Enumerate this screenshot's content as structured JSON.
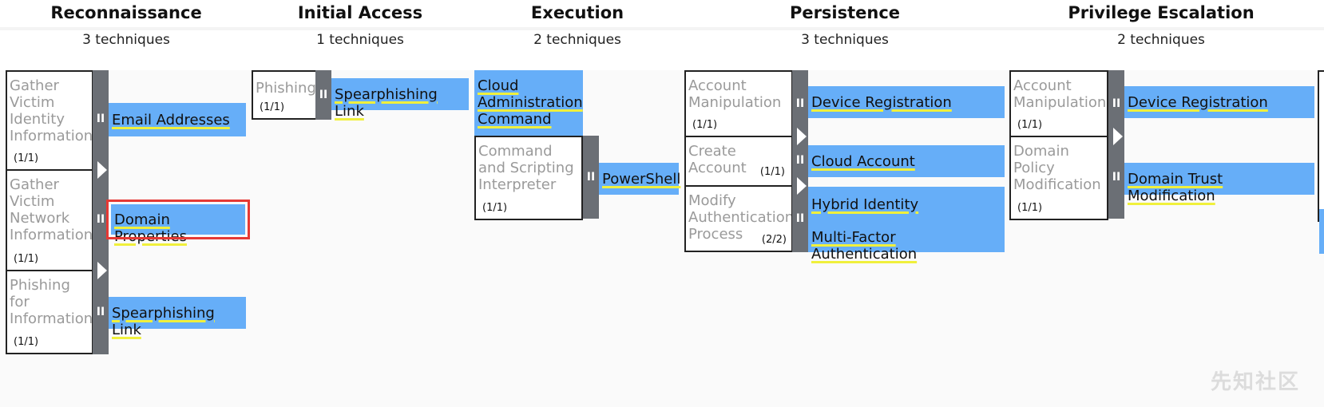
{
  "tactics": [
    {
      "title": "Reconnaissance",
      "count": "3  techniques"
    },
    {
      "title": "Initial Access",
      "count": "1  techniques"
    },
    {
      "title": "Execution",
      "count": "2  techniques"
    },
    {
      "title": "Persistence",
      "count": "3  techniques"
    },
    {
      "title": "Privilege Escalation",
      "count": "2  techniques"
    }
  ],
  "recon": {
    "t1": {
      "name": "Gather Victim Identity Information",
      "frac": "(1/1)",
      "sub": "Email Addresses"
    },
    "t2": {
      "name": "Gather Victim Network Information",
      "frac": "(1/1)",
      "sub": "Domain Properties"
    },
    "t3": {
      "name": "Phishing for Information",
      "frac": "(1/1)",
      "sub": "Spearphishing Link"
    }
  },
  "initial_access": {
    "t1": {
      "name": "Phishing",
      "frac": "(1/1)",
      "sub": "Spearphishing Link"
    }
  },
  "execution": {
    "t1": {
      "name": "Cloud Administration Command"
    },
    "t2": {
      "name": "Command and Scripting Interpreter",
      "frac": "(1/1)",
      "sub": "PowerShell"
    }
  },
  "persistence": {
    "t1": {
      "name": "Account Manipulation",
      "frac": "(1/1)",
      "sub": "Device Registration"
    },
    "t2": {
      "name": "Create Account",
      "frac": "(1/1)",
      "sub": "Cloud Account"
    },
    "t3": {
      "name": "Modify Authentication Process",
      "frac": "(2/2)",
      "sub1": "Hybrid Identity",
      "sub2": "Multi-Factor Authentication"
    }
  },
  "privesc": {
    "t1": {
      "name": "Account Manipulation",
      "frac": "(1/1)",
      "sub": "Device Registration"
    },
    "t2": {
      "name": "Domain Policy Modification",
      "frac": "(1/1)",
      "sub": "Domain Trust Modification"
    }
  },
  "grip_glyph": "II",
  "watermark": "先知社区",
  "colors": {
    "subtechnique": "#66aef8",
    "handle": "#6b6f75",
    "underline": "#f0f03c",
    "selection": "#e53935"
  }
}
